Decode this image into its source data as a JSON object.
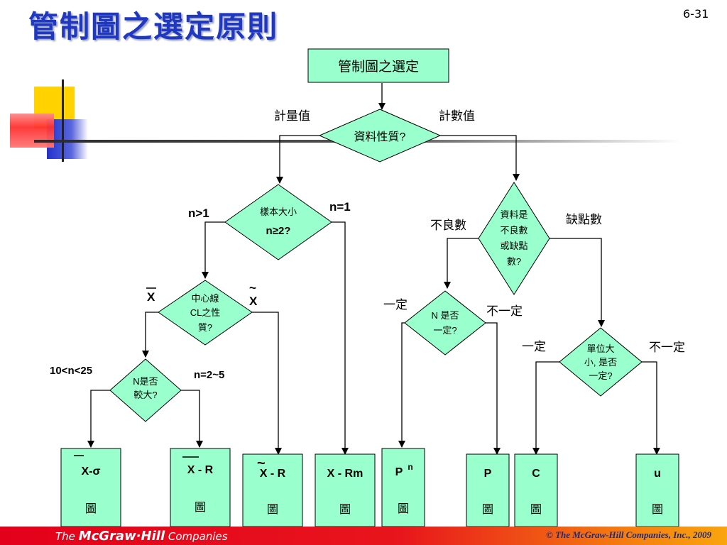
{
  "title": "管制圖之選定原則",
  "slide_number": "6-31",
  "footer": {
    "left_prefix": "The",
    "left_brand": "McGraw·Hill",
    "left_suffix": "Companies",
    "right": "© The McGraw-Hill Companies, Inc., 2009"
  },
  "nodes": {
    "start": "管制圖之選定",
    "data_nature": "資料性質?",
    "sample_size_l1": "樣本大小",
    "sample_size_l2": "n≥2?",
    "cl_l1": "中心線",
    "cl_l2": "CL之性",
    "cl_l3": "質?",
    "n_large_l1": "N是否",
    "n_large_l2": "較大?",
    "defect_type_l1": "資料是",
    "defect_type_l2": "不良數",
    "defect_type_l3": "或缺點",
    "defect_type_l4": "數?",
    "n_fixed_l1": "N 是否",
    "n_fixed_l2": "一定?",
    "unit_l1": "單位大",
    "unit_l2": "小, 是否",
    "unit_l3": "一定?"
  },
  "edge_labels": {
    "measurement": "計量值",
    "count": "計數值",
    "n_gt_1": "n>1",
    "n_eq_1": "n=1",
    "x_bar": "X",
    "x_tilde": "X",
    "range_10_25": "10<n<25",
    "range_2_5": "n=2~5",
    "defectives": "不良數",
    "defects": "缺點數",
    "fixed_a": "一定",
    "not_fixed_a": "不一定",
    "fixed_b": "一定",
    "not_fixed_b": "不一定"
  },
  "charts": [
    {
      "name": "X-σ",
      "sub": "圖"
    },
    {
      "name": "X - R",
      "sub": "圖"
    },
    {
      "name": "X - R",
      "sub": "圖"
    },
    {
      "name": "X - Rm",
      "sub": "圖"
    },
    {
      "name": "P",
      "sup": "n",
      "sub": "圖"
    },
    {
      "name": "P",
      "sub": "圖"
    },
    {
      "name": "C",
      "sub": "圖"
    },
    {
      "name": "u",
      "sub": "圖"
    }
  ],
  "colors": {
    "title": "#1f38c4",
    "node_fill": "#99ffcc",
    "line": "#000000",
    "footer_red": "#e3001b",
    "footer_orange": "#f9a50e",
    "deco_yellow": "#ffd200",
    "deco_red": "#ff3b3b",
    "deco_blue": "#2233cc"
  }
}
